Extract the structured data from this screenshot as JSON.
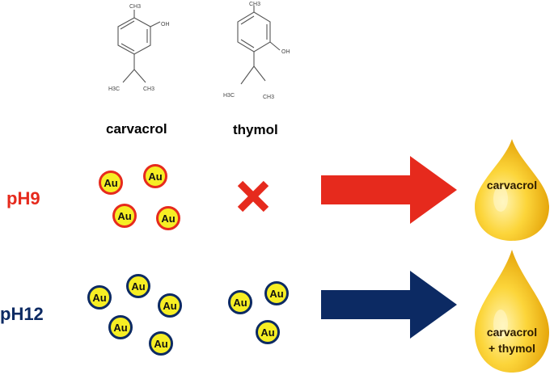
{
  "molecules": [
    {
      "name": "carvacrol",
      "groups": {
        "methyl": "CH3",
        "hydroxyl": "OH",
        "isopropyl_left": "H3C",
        "isopropyl_right": "CH3"
      }
    },
    {
      "name": "thymol",
      "groups": {
        "methyl": "CH3",
        "hydroxyl": "OH",
        "isopropyl_left": "H3C",
        "isopropyl_right": "CH3"
      }
    }
  ],
  "rows": [
    {
      "ph": "pH9",
      "color": "#e62a1d",
      "nanoparticle_label": "Au",
      "thymol_mark": "cross",
      "arrow_color": "#e62a1d",
      "product": [
        "carvacrol"
      ]
    },
    {
      "ph": "pH12",
      "color": "#0c2a63",
      "nanoparticle_label": "Au",
      "arrow_color": "#0c2a63",
      "product": [
        "carvacrol",
        "+ thymol"
      ]
    }
  ],
  "colors": {
    "nanoparticle_fill": "#f6ee24",
    "drop_light": "#fde98a",
    "drop_dark": "#e09a00"
  }
}
